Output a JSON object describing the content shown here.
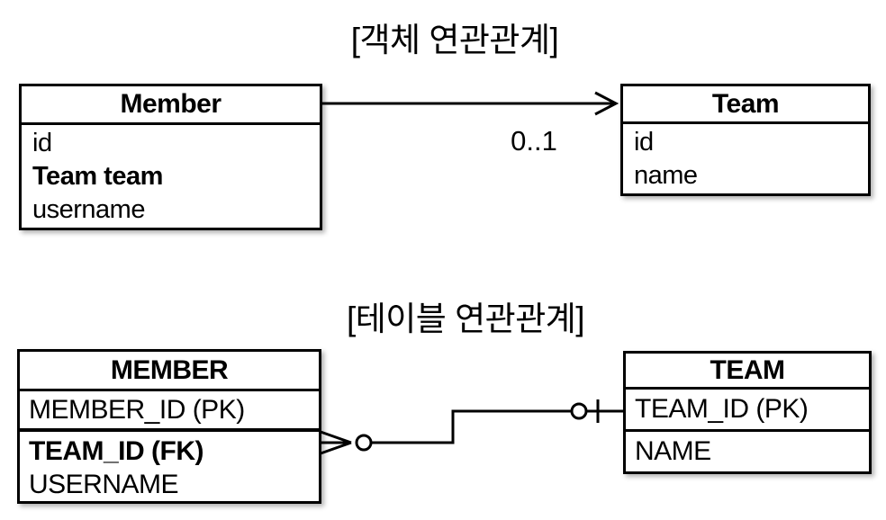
{
  "colors": {
    "ink": "#000000",
    "paper": "#ffffff"
  },
  "object_diagram": {
    "title": "[객체 연관관계]",
    "multiplicity_label": "0..1",
    "member": {
      "name": "Member",
      "fields": [
        "id",
        "Team team",
        "username"
      ]
    },
    "team": {
      "name": "Team",
      "fields": [
        "id",
        "name"
      ]
    }
  },
  "table_diagram": {
    "title": "[테이블 연관관계]",
    "member": {
      "name": "MEMBER",
      "columns": [
        "MEMBER_ID (PK)",
        "TEAM_ID (FK)",
        "USERNAME"
      ]
    },
    "team": {
      "name": "TEAM",
      "columns": [
        "TEAM_ID (PK)",
        "NAME"
      ]
    }
  }
}
